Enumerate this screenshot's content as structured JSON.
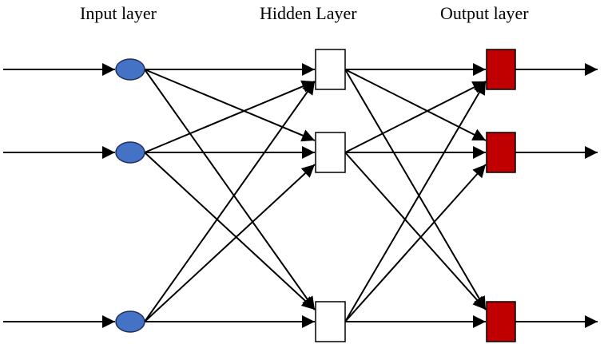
{
  "labels": {
    "input": "Input layer",
    "hidden": "Hidden Layer",
    "output": "Output layer"
  },
  "colors": {
    "input_node_fill": "#4472c4",
    "input_node_stroke": "#1f2f5c",
    "hidden_node_fill": "#ffffff",
    "output_node_fill": "#c00000",
    "edge": "#000000"
  },
  "network": {
    "input_nodes": 3,
    "hidden_nodes": 3,
    "output_nodes": 3,
    "connections": "fully-connected"
  }
}
